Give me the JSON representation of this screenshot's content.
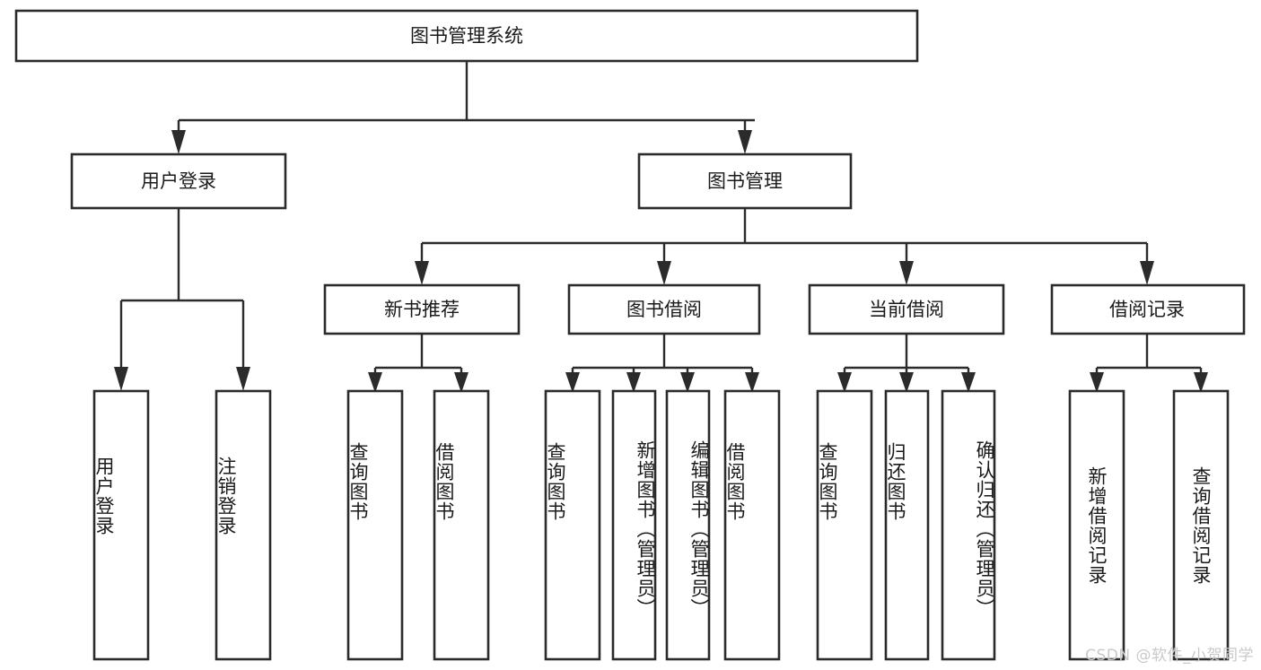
{
  "diagram": {
    "type": "tree",
    "title": "图书管理系统",
    "orientation": "top-down",
    "background_color": "#ffffff",
    "line_color": "#2b2b2b",
    "text_color": "#1a1a1a"
  },
  "nodes": {
    "root": {
      "label": "图书管理系统"
    },
    "level2": [
      {
        "id": "user-login",
        "label": "用户登录"
      },
      {
        "id": "book-manage",
        "label": "图书管理"
      }
    ],
    "level3": [
      {
        "id": "new-book-recommend",
        "label": "新书推荐"
      },
      {
        "id": "book-borrow",
        "label": "图书借阅"
      },
      {
        "id": "current-borrow",
        "label": "当前借阅"
      },
      {
        "id": "borrow-record",
        "label": "借阅记录"
      }
    ],
    "leaves": [
      {
        "id": "leaf-user-login",
        "label": "用户登录",
        "align": "bottom"
      },
      {
        "id": "leaf-logout-login",
        "label": "注销登录",
        "align": "bottom"
      },
      {
        "id": "leaf-query-book-1",
        "label": "查询图书",
        "align": "bottom"
      },
      {
        "id": "leaf-borrow-book-1",
        "label": "借阅图书",
        "align": "bottom"
      },
      {
        "id": "leaf-query-book-2",
        "label": "查询图书",
        "align": "bottom"
      },
      {
        "id": "leaf-add-book",
        "label": "新增图书（管理员）",
        "align": "top"
      },
      {
        "id": "leaf-edit-book",
        "label": "编辑图书（管理员）",
        "align": "top"
      },
      {
        "id": "leaf-borrow-book-2",
        "label": "借阅图书",
        "align": "bottom"
      },
      {
        "id": "leaf-query-book-3",
        "label": "查询图书",
        "align": "bottom"
      },
      {
        "id": "leaf-return-book",
        "label": "归还图书",
        "align": "bottom"
      },
      {
        "id": "leaf-confirm-return",
        "label": "确认归还（管理员）",
        "align": "top"
      },
      {
        "id": "leaf-add-record",
        "label": "新增借阅记录",
        "align": "middle"
      },
      {
        "id": "leaf-query-record",
        "label": "查询借阅记录",
        "align": "middle"
      }
    ]
  },
  "watermark": {
    "text": "CSDN @软件_小贺同学"
  }
}
